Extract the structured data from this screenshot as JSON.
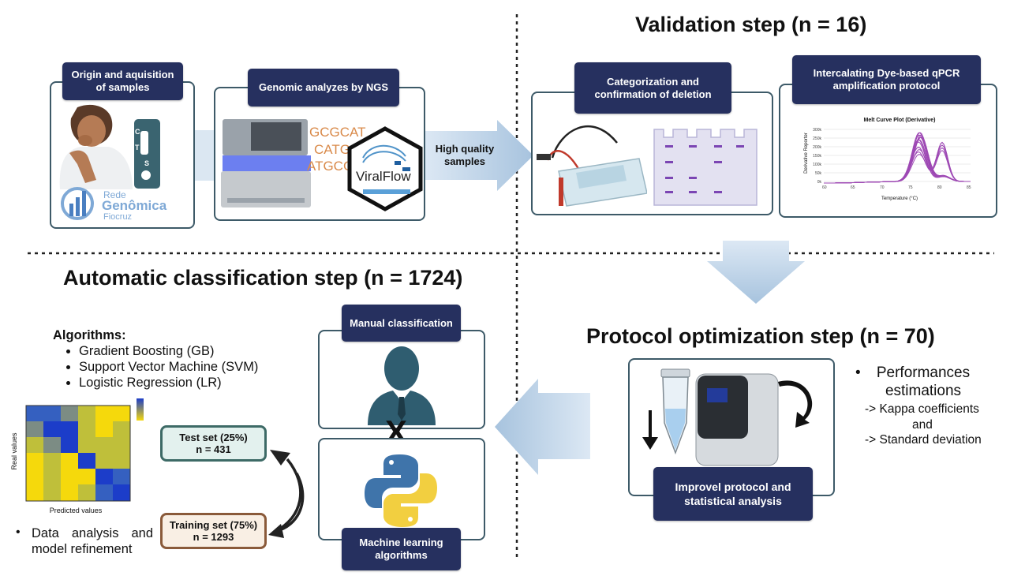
{
  "headings": {
    "validation": "Validation step (n = 16)",
    "automatic": "Automatic classification step (n = 1724)",
    "protocol": "Protocol optimization step (n = 70)"
  },
  "labels": {
    "origin": "Origin and aquisition of samples",
    "ngs": "Genomic analyzes by NGS",
    "categorization": "Categorization and confirmation of deletion",
    "qpcr": "Intercalating Dye-based qPCR amplification protocol",
    "manual": "Manual classification",
    "ml": "Machine learning algorithms",
    "improved": "Improvel protocol and statistical analysis"
  },
  "arrow_text": "High quality samples",
  "logo": {
    "rede": "Rede",
    "genomica": "Genômica",
    "fiocruz": "Fiocruz",
    "viralflow": "ViralFlow"
  },
  "test_strip": {
    "c": "C",
    "t": "T",
    "s": "S"
  },
  "dna_letters": [
    "GCGCAT",
    "CATGC",
    "ATGCG"
  ],
  "melt_chart": {
    "title": "Melt Curve Plot (Derivative)",
    "xlabel": "Temperature (°C)",
    "ylabel": "Derivative Reporter",
    "xticks": [
      "60",
      "65",
      "70",
      "75",
      "80",
      "85"
    ],
    "yticks": [
      "0k",
      "50k",
      "100k",
      "150k",
      "200k",
      "250k",
      "300k"
    ]
  },
  "algorithms": {
    "title": "Algorithms:",
    "items": [
      "Gradient Boosting (GB)",
      "Support Vector Machine (SVM)",
      "Logistic Regression (LR)"
    ]
  },
  "confusion": {
    "ylabel": "Real values",
    "xlabel": "Predicted values",
    "colors": {
      "dark": "#1c3dc9",
      "yellow": "#f5d90c",
      "olive": "#bfbf3a",
      "gray": "#7c8c84",
      "mid": "#3560c0"
    }
  },
  "test_set": {
    "line1": "Test set (25%)",
    "line2": "n = 431",
    "color": "#3d6a66"
  },
  "training_set": {
    "line1": "Training set (75%)",
    "line2": "n = 1293",
    "color": "#8a5a3a"
  },
  "x_mark": "X",
  "data_analysis": "Data analysis and model refinement",
  "performance": {
    "title": "Performances estimations",
    "line1": "-> Kappa coefficients",
    "line2": "and",
    "line3": "-> Standard deviation"
  }
}
